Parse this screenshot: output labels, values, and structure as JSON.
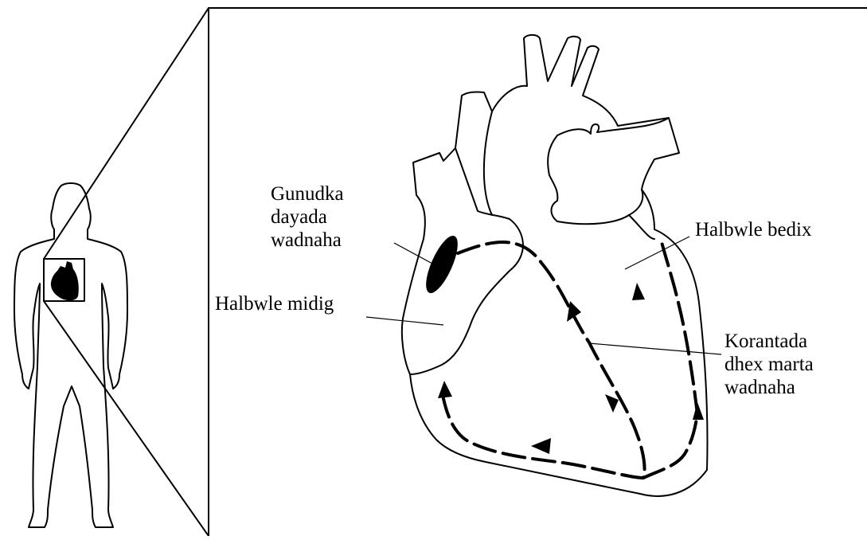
{
  "labels": {
    "sa_node": [
      "Gunudka",
      "dayada",
      "wadnaha"
    ],
    "left_atrium": "Halbwle bedix",
    "right_atrium": "Halbwle midig",
    "interventricular_septum": [
      "Korantada",
      "dhex marta",
      "wadnaha"
    ]
  },
  "colors": {
    "ink": "#000000",
    "background": "#ffffff"
  }
}
